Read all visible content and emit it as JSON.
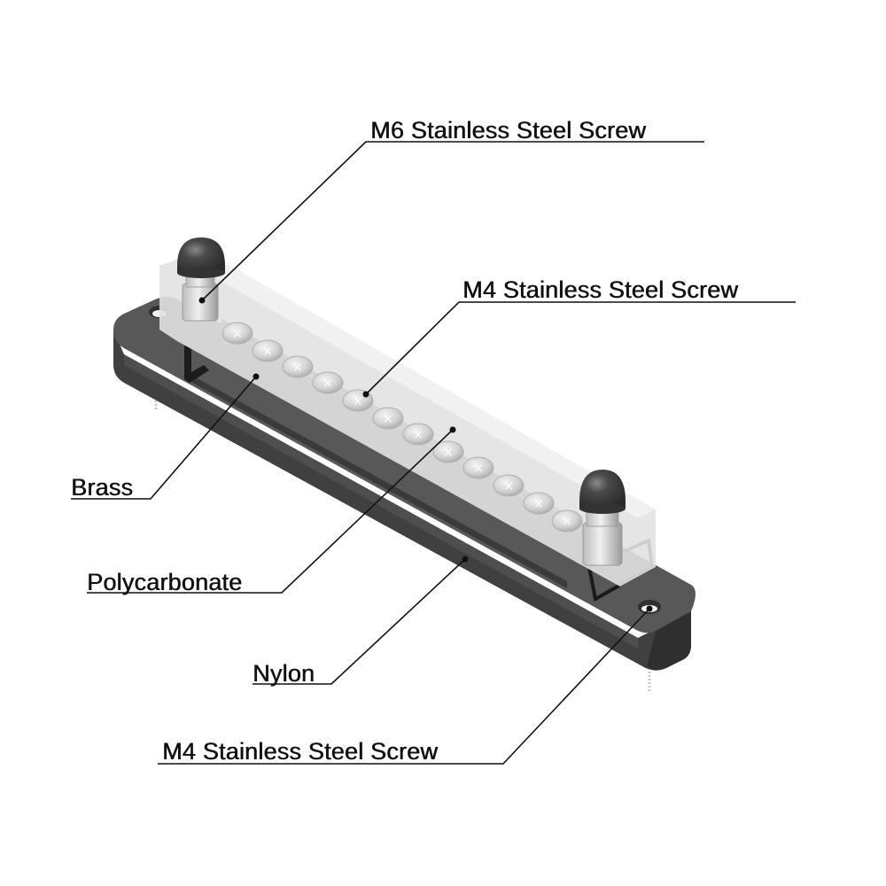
{
  "diagram": {
    "type": "product-material-callout",
    "subject": "Bus bar terminal block",
    "colors": {
      "background": "#ffffff",
      "nylon_base": "#4d4d4d",
      "nylon_base_dark": "#3a3a3a",
      "nylon_base_top": "#5c5c5c",
      "polycarbonate_cover": "#e6e6e6",
      "brass_strip": "#cfcfcf",
      "screw_head": "#d8d8d8",
      "cap_nut": "#3c3c3c",
      "leader_line": "#111111",
      "label_text": "#111111"
    },
    "labels": [
      {
        "id": "m6-screw",
        "text": "M6 Stainless Steel Screw"
      },
      {
        "id": "m4-screw-top",
        "text": "M4 Stainless Steel Screw"
      },
      {
        "id": "brass",
        "text": "Brass"
      },
      {
        "id": "polycarbonate",
        "text": "Polycarbonate"
      },
      {
        "id": "nylon",
        "text": "Nylon"
      },
      {
        "id": "m4-screw-bottom",
        "text": "M4 Stainless Steel Screw"
      }
    ],
    "terminal_screw_count": 12,
    "stud_count": 2
  }
}
